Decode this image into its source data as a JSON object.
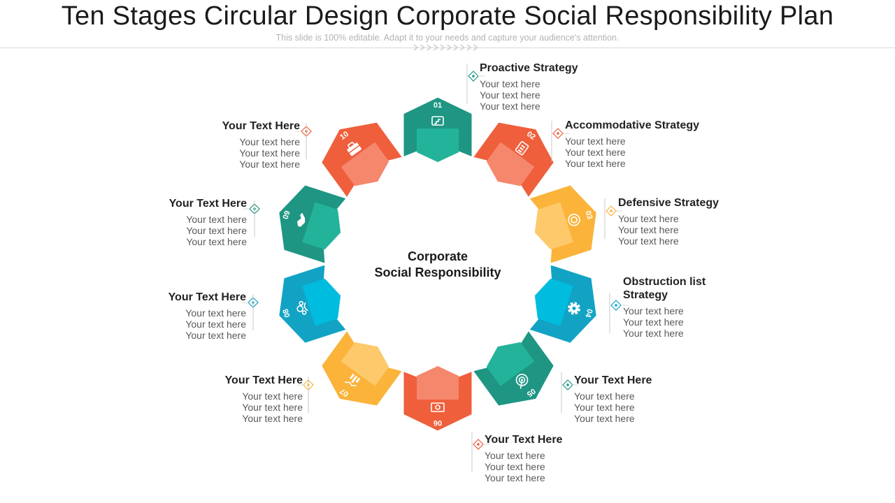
{
  "title": "Ten Stages Circular Design Corporate Social Responsibility Plan",
  "subtitle": "This slide is 100% editable. Adapt it to your needs and capture your audience's attention.",
  "center": [
    "Corporate",
    "Social Responsibility"
  ],
  "colors": {
    "teal": "#1e9683",
    "tealLight": "#23b39b",
    "orange": "#ef5f3c",
    "orangeLight": "#f5876c",
    "yellow": "#fbb33a",
    "yellowLight": "#fdc96b",
    "blue": "#12a3c4",
    "blueLight": "#00bcdf"
  },
  "stages": [
    {
      "number": "01",
      "heading": "Proactive Strategy",
      "lines": [
        "Your text here",
        "Your text here",
        "Your text here"
      ],
      "icon": "escape-stairs-icon",
      "color": "teal"
    },
    {
      "number": "02",
      "heading": "Accommodative Strategy",
      "lines": [
        "Your text here",
        "Your text here",
        "Your text here"
      ],
      "icon": "clipboard-icon",
      "color": "orange"
    },
    {
      "number": "03",
      "heading": "Defensive Strategy",
      "lines": [
        "Your text here",
        "Your text here",
        "Your text here"
      ],
      "icon": "badge-icon",
      "color": "yellow"
    },
    {
      "number": "04",
      "heading": "Obstruction list Strategy",
      "lines": [
        "Your text here",
        "Your text here",
        "Your text here"
      ],
      "icon": "gear-icon",
      "color": "blue"
    },
    {
      "number": "05",
      "heading": "Your Text Here",
      "lines": [
        "Your text here",
        "Your text here",
        "Your text here"
      ],
      "icon": "target-icon",
      "color": "teal"
    },
    {
      "number": "06",
      "heading": "Your Text Here",
      "lines": [
        "Your text here",
        "Your text here",
        "Your text here"
      ],
      "icon": "money-icon",
      "color": "orange"
    },
    {
      "number": "07",
      "heading": "Your Text Here",
      "lines": [
        "Your text here",
        "Your text here",
        "Your text here"
      ],
      "icon": "chart-icon",
      "color": "yellow"
    },
    {
      "number": "08",
      "heading": "Your Text Here",
      "lines": [
        "Your text here",
        "Your text here",
        "Your text here"
      ],
      "icon": "team-icon",
      "color": "blue"
    },
    {
      "number": "09",
      "heading": "Your Text Here",
      "lines": [
        "Your text here",
        "Your text here",
        "Your text here"
      ],
      "icon": "handshake-icon",
      "color": "teal"
    },
    {
      "number": "10",
      "heading": "Your Text Here",
      "lines": [
        "Your text here",
        "Your text here",
        "Your text here"
      ],
      "icon": "briefcase-icon",
      "color": "orange"
    }
  ]
}
